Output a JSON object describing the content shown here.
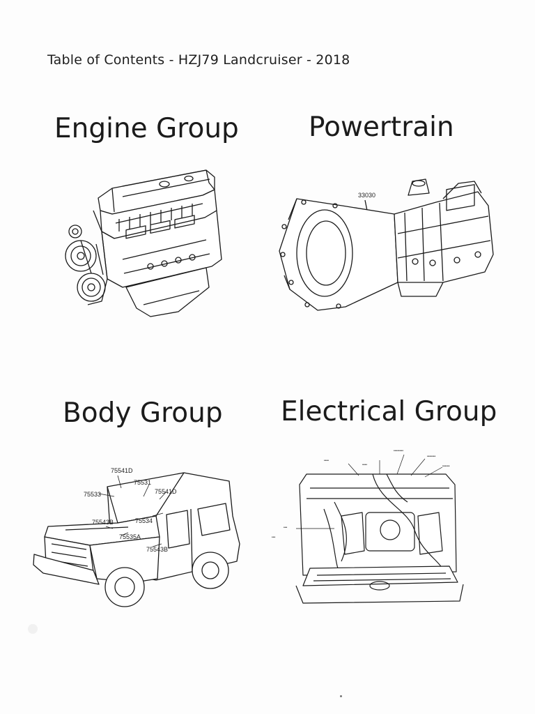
{
  "document": {
    "title": "Table of Contents - HZJ79 Landcruiser - 2018"
  },
  "sections": {
    "engine": {
      "heading": "Engine Group"
    },
    "powertrain": {
      "heading": "Powertrain",
      "part_number": "33030"
    },
    "body": {
      "heading": "Body Group",
      "callouts": [
        "75541D",
        "75531",
        "75533",
        "75541D",
        "75543B",
        "75534",
        "75535A",
        "75543B"
      ]
    },
    "electrical": {
      "heading": "Electrical Group"
    }
  },
  "icons": [
    "engine-illustration",
    "gearbox-illustration",
    "body-illustration",
    "wiring-illustration"
  ]
}
